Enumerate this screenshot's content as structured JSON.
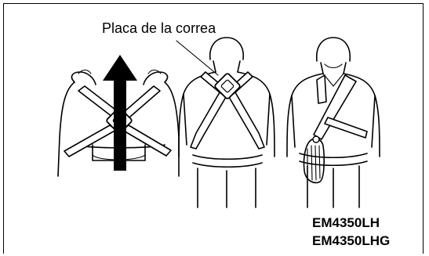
{
  "callout": {
    "text": "Placa de la correa"
  },
  "models": [
    "EM4350LH",
    "EM4350LHG"
  ],
  "icons": {
    "arrow": "up-arrow-icon",
    "figure1": "harness-held-overhead",
    "figure2": "harness-back-view",
    "figure3": "harness-front-view-with-hook"
  }
}
